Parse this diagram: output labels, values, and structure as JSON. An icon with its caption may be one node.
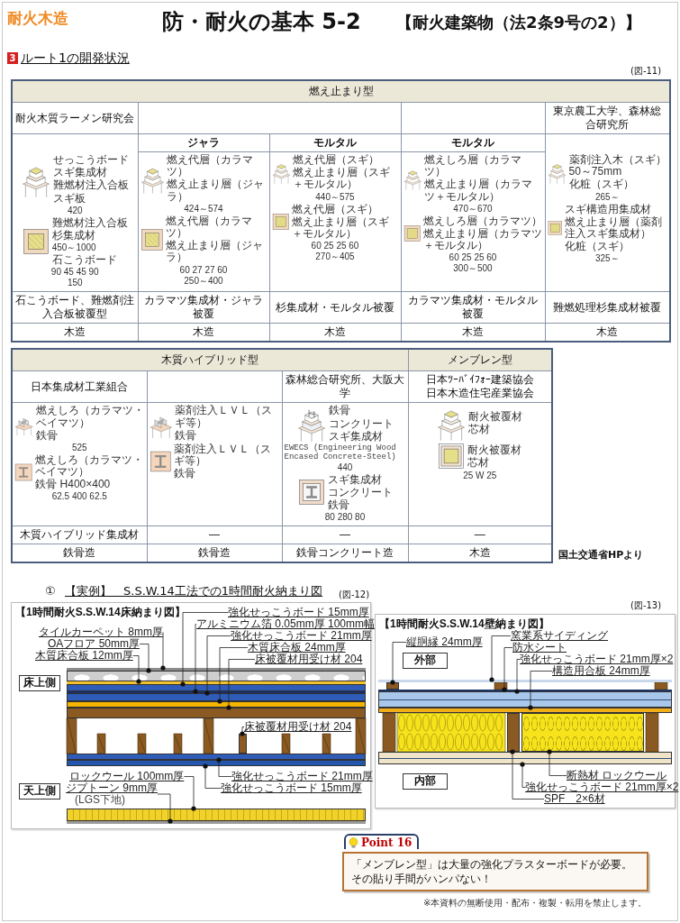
{
  "diagram": {
    "title": "防・耐火の基本 5-2",
    "nodes": [
      {
        "text": [
          "【1時間耐火S.S.W.14床納まり図】"
        ]
      },
      {
        "text": [
          "床上側"
        ],
        "in": 0
      },
      {
        "text": [
          "天上側"
        ],
        "in": 0
      },
      {
        "text": [
          "強化せっこうボード 15mm厚"
        ],
        "in": 0
      },
      {
        "text": [
          "アルミニウム箔 0.05mm厚 100mm幅"
        ],
        "in": 0
      },
      {
        "text": [
          "強化せっこうボード 21mm厚"
        ],
        "in": 0
      },
      {
        "text": [
          "木質床合板 24mm厚"
        ],
        "in": 0
      },
      {
        "text": [
          "床被覆材用受け材 204"
        ],
        "in": 0
      },
      {
        "text": [
          "タイルカーペット 8mm厚"
        ],
        "in": 0
      },
      {
        "text": [
          "OAフロア 50mm厚"
        ],
        "in": 0
      },
      {
        "text": [
          "木質床合板 12mm厚"
        ],
        "in": 0
      },
      {
        "text": [
          "床被覆材用受け材 204"
        ],
        "in": 0
      },
      {
        "text": [
          "強化せっこうボード 21mm厚"
        ],
        "in": 0
      },
      {
        "text": [
          "強化せっこうボード 15mm厚"
        ],
        "in": 0
      },
      {
        "text": [
          "ロックウール 100mm厚"
        ],
        "in": 0
      },
      {
        "text": [
          "ジプトーン 9mm厚"
        ],
        "beside": [
          "(LGS下地)"
        ],
        "in": 0
      },
      {
        "text": [],
        "shape": "bar",
        "in": 0
      },
      {
        "text": [],
        "shape": "bar",
        "in": 0
      },
      {
        "text": [],
        "shape": "bar",
        "in": 0
      },
      {
        "text": [],
        "shape": "bar",
        "in": 0
      },
      {
        "text": [],
        "shape": "bar",
        "in": 0
      },
      {
        "text": [],
        "shape": "bar",
        "in": 0
      },
      {
        "text": [],
        "shape": "bar",
        "in": 0
      },
      {
        "text": [],
        "shape": "bar",
        "in": 0
      },
      {
        "text": [],
        "shape": "bar",
        "in": 0
      },
      {
        "text": [],
        "shape": "bar",
        "in": 0
      },
      {
        "text": [],
        "shape": "bar",
        "in": 0
      },
      {
        "text": [],
        "shape": "bar",
        "in": 0
      },
      {
        "text": [],
        "shape": "bar",
        "in": 0
      },
      {
        "text": [
          "【1時間耐火S.S.W.14壁納まり図】"
        ]
      },
      {
        "text": [
          "外部"
        ],
        "in": 29
      },
      {
        "text": [
          "内部"
        ],
        "in": 29
      },
      {
        "text": [
          "縦胴縁 24mm厚"
        ],
        "in": 29
      },
      {
        "text": [
          "窯業系サイディング"
        ],
        "in": 29
      },
      {
        "text": [
          "防水シート"
        ],
        "in": 29
      },
      {
        "text": [
          "強化せっこうボード 21mm厚×2"
        ],
        "in": 29
      },
      {
        "text": [
          "構造用合板 24mm厚"
        ],
        "in": 29
      },
      {
        "text": [
          "断熱材 ロックウール"
        ],
        "in": 29
      },
      {
        "text": [
          "強化せっこうボード 21mm厚×2"
        ],
        "in": 29
      },
      {
        "text": [
          "SPF　2×6材"
        ],
        "in": 29
      },
      {
        "text": [],
        "shape": "bar",
        "in": 29
      },
      {
        "text": [],
        "shape": "bar",
        "in": 29
      },
      {
        "text": [],
        "shape": "bar",
        "in": 29
      },
      {
        "text": [],
        "shape": "bar",
        "in": 29
      },
      {
        "text": [],
        "shape": "bar",
        "in": 29
      },
      {
        "text": [],
        "shape": "bar",
        "in": 29
      },
      {
        "text": [],
        "shape": "bar",
        "in": 29
      },
      {
        "text": [],
        "shape": "bar",
        "in": 29
      },
      {
        "text": [
          "Point 16",
          "「メンブレン型」は大量の強化プラスターボードが必要。その貼り手間がハンパない！"
        ]
      }
    ],
    "edges": [
      {
        "from": 3,
        "to": 19,
        "arrow": "other"
      },
      {
        "from": 4,
        "to": 20,
        "arrow": "other"
      },
      {
        "from": 5,
        "to": 21,
        "arrow": "other"
      },
      {
        "from": 6,
        "to": 22,
        "arrow": "other"
      },
      {
        "from": 7,
        "to": 23,
        "arrow": "other"
      },
      {
        "from": 8,
        "to": 16,
        "arrow": "other"
      },
      {
        "from": 9,
        "to": 17,
        "arrow": "other"
      },
      {
        "from": 10,
        "to": 18,
        "arrow": "other"
      },
      {
        "from": 11,
        "to": 24,
        "arrow": "other"
      },
      {
        "from": 12,
        "to": 25,
        "arrow": "other"
      },
      {
        "from": 13,
        "to": 26,
        "arrow": "other"
      },
      {
        "from": 14,
        "to": 27,
        "arrow": "other"
      },
      {
        "from": 15,
        "to": 28,
        "arrow": "other"
      },
      {
        "from": 32,
        "to": 40,
        "arrow": "other"
      },
      {
        "from": 33,
        "to": 41,
        "arrow": "other"
      },
      {
        "from": 34,
        "to": 42,
        "arrow": "other"
      },
      {
        "from": 35,
        "to": 43,
        "arrow": "other"
      },
      {
        "from": 36,
        "to": 44,
        "arrow": "other"
      },
      {
        "from": 37,
        "to": 45,
        "arrow": "other"
      },
      {
        "from": 38,
        "to": 47,
        "arrow": "other"
      },
      {
        "from": 39,
        "to": 46,
        "arrow": "other"
      }
    ],
    "labels": [
      "耐火木造",
      "【耐火建築物（法2条9号の2）】",
      "3",
      "ルート1の開発状況",
      "(図-11)",
      "燃え止まり型",
      "耐火木質ラーメン研究会",
      "東京農工大学、森林総合研究所",
      "ジャラ",
      "モルタル",
      "モルタル",
      "せっこうボード",
      "スギ集成材",
      "難燃材注入合板",
      "スギ板",
      "420",
      "難燃材注入合板",
      "杉集成材",
      "450～1000",
      "石こうボード",
      "90 45 45 90",
      "150",
      "燃え代層（カラマツ）",
      "燃え止まり層（ジャラ）",
      "424～574",
      "燃え代層（カラマツ）",
      "燃え止まり層（ジャラ）",
      "60 27 27 60",
      "250～400",
      "燃え代層（スギ）",
      "燃え止まり層（スギ＋モルタル）",
      "440～575",
      "燃え代層（スギ）",
      "燃え止まり層（スギ＋モルタル）",
      "60 25 25 60",
      "270～405",
      "燃えしろ層（カラマツ）",
      "燃え止まり層（カラマツ＋モルタル）",
      "470～670",
      "燃えしろ層（カラマツ）",
      "燃え止まり層（カラマツ＋モルタル）",
      "60 25 25 60",
      "300～500",
      "薬剤注入木（スギ）50～75mm",
      "化粧（スギ）",
      "265～",
      "スギ構造用集成材",
      "燃え止まり層（薬剤注入スギ集成材）",
      "化粧（スギ）",
      "325～",
      "石こうボード、難燃剤注入合板被覆型",
      "カラマツ集成材・ジャラ被覆",
      "杉集成材・モルタル被覆",
      "カラマツ集成材・モルタル被覆",
      "難燃処理杉集成材被覆",
      "木造",
      "木造",
      "木造",
      "木造",
      "木造",
      "木質ハイブリッド型",
      "メンブレン型",
      "日本集成材工業組合",
      "森林総合研究所、大阪大学",
      "日本ﾂｰﾊﾞｲﾌｫｰ建築協会",
      "日本木造住宅産業協会",
      "燃えしろ（カラマツ・ベイマツ）",
      "鉄骨",
      "525",
      "燃えしろ（カラマツ・ベイマツ）",
      "鉄骨 H400×400",
      "62.5 400 62.5",
      "薬剤注入ＬＶＬ（スギ等）",
      "鉄骨",
      "薬剤注入ＬＶＬ（スギ等）",
      "鉄骨",
      "鉄骨",
      "コンクリート",
      "スギ集成材",
      "EWECS (Engineering Wood Encased Concrete-Steel)",
      "440",
      "スギ集成材",
      "コンクリート",
      "鉄骨",
      "80 280 80",
      "耐火被覆材",
      "芯材",
      "耐火被覆材",
      "芯材",
      "25 W 25",
      "木質ハイブリッド集成材",
      "―",
      "―",
      "―",
      "鉄骨造",
      "鉄骨造",
      "鉄骨コンクリート造",
      "木造",
      "国土交通省HPより",
      "①",
      "【実例】　S.S.W.14工法での1時間耐火納まり図",
      "(図-12)",
      "(図-13)",
      "※本資料の無断使用・配布・複製・転用を禁止します。"
    ]
  }
}
